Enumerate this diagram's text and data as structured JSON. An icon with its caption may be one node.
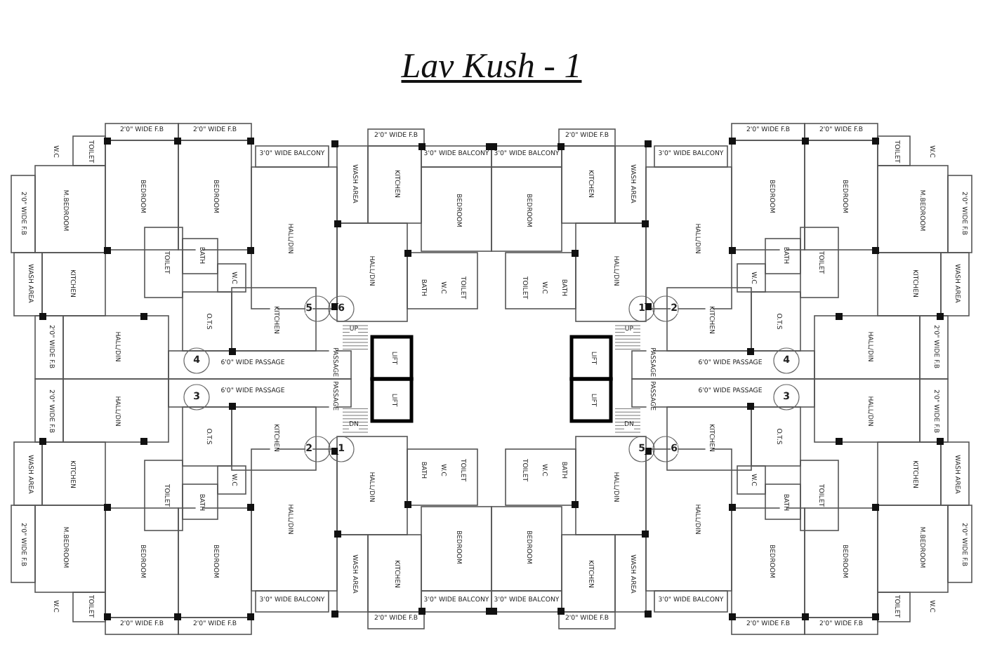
{
  "diagram": {
    "title": "Lav Kush - 1",
    "labels": [
      "2'0\" WIDE F.B",
      "W.C",
      "TOILET",
      "M.BEDROOM",
      "2'0\" WIDE F.B",
      "BEDROOM",
      "2'0\" WIDE F.B",
      "BEDROOM",
      "3'0\" WIDE BALCONY",
      "HALL/DIN",
      "WASH AREA",
      "KITCHEN",
      "TOILET",
      "BATH",
      "W.C",
      "O.T.S",
      "KITCHEN",
      "2'0\" WIDE F.B",
      "HALL/DIN",
      "4",
      "6'0\" WIDE PASSAGE",
      "5",
      "PASSAGE",
      "6",
      "2'0\" WIDE F.B",
      "WASH AREA",
      "KITCHEN",
      "3'0\" WIDE BALCONY",
      "HALL/DIN",
      "BEDROOM",
      "BATH",
      "W.C",
      "TOILET",
      "UP",
      "LIFT",
      "2'0\" WIDE F.B",
      "W.C",
      "TOILET",
      "M.BEDROOM",
      "2'0\" WIDE F.B",
      "BEDROOM",
      "2'0\" WIDE F.B",
      "BEDROOM",
      "3'0\" WIDE BALCONY",
      "HALL/DIN",
      "WASH AREA",
      "KITCHEN",
      "TOILET",
      "BATH",
      "W.C",
      "O.T.S",
      "KITCHEN",
      "2'0\" WIDE F.B",
      "HALL/DIN",
      "4",
      "6'0\" WIDE PASSAGE",
      "2",
      "PASSAGE",
      "1",
      "2'0\" WIDE F.B",
      "WASH AREA",
      "KITCHEN",
      "3'0\" WIDE BALCONY",
      "HALL/DIN",
      "BEDROOM",
      "BATH",
      "W.C",
      "TOILET",
      "UP",
      "LIFT",
      "2'0\" WIDE F.B",
      "W.C",
      "TOILET",
      "M.BEDROOM",
      "2'0\" WIDE F.B",
      "BEDROOM",
      "2'0\" WIDE F.B",
      "BEDROOM",
      "3'0\" WIDE BALCONY",
      "HALL/DIN",
      "WASH AREA",
      "KITCHEN",
      "TOILET",
      "BATH",
      "W.C",
      "O.T.S",
      "KITCHEN",
      "2'0\" WIDE F.B",
      "HALL/DIN",
      "3",
      "6'0\" WIDE PASSAGE",
      "2",
      "PASSAGE",
      "1",
      "2'0\" WIDE F.B",
      "WASH AREA",
      "KITCHEN",
      "3'0\" WIDE BALCONY",
      "HALL/DIN",
      "BEDROOM",
      "BATH",
      "W.C",
      "TOILET",
      "DN",
      "LIFT",
      "2'0\" WIDE F.B",
      "W.C",
      "TOILET",
      "M.BEDROOM",
      "2'0\" WIDE F.B",
      "BEDROOM",
      "2'0\" WIDE F.B",
      "BEDROOM",
      "3'0\" WIDE BALCONY",
      "HALL/DIN",
      "WASH AREA",
      "KITCHEN",
      "TOILET",
      "BATH",
      "W.C",
      "O.T.S",
      "KITCHEN",
      "2'0\" WIDE F.B",
      "HALL/DIN",
      "3",
      "6'0\" WIDE PASSAGE",
      "6",
      "PASSAGE",
      "5",
      "2'0\" WIDE F.B",
      "WASH AREA",
      "KITCHEN",
      "3'0\" WIDE BALCONY",
      "HALL/DIN",
      "BEDROOM",
      "BATH",
      "W.C",
      "TOILET",
      "DN",
      "LIFT"
    ]
  }
}
